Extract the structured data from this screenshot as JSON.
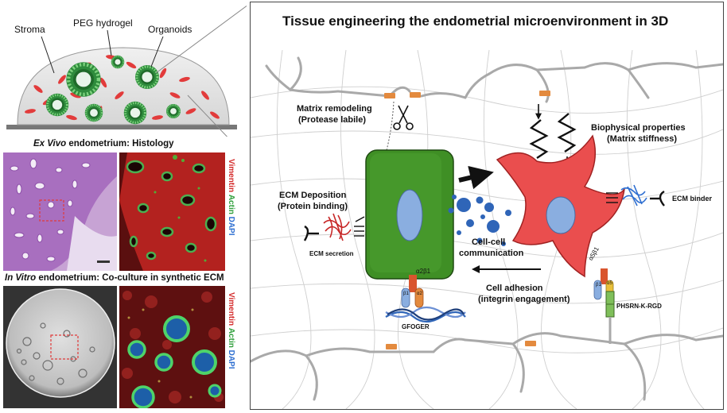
{
  "hydrogel": {
    "stroma_label": "Stroma",
    "peg_label": "PEG hydrogel",
    "organoids_label": "Organoids"
  },
  "ex_vivo": {
    "title_italic": "Ex Vivo",
    "title_rest": " endometrium: Histology",
    "stain_vimentin": "Vimentin",
    "stain_actin": "Actin",
    "stain_dapi": "DAPI"
  },
  "in_vitro": {
    "title_italic": "In Vitro",
    "title_rest": " endometrium: Co-culture in synthetic ECM",
    "stain_vimentin": "Vimentin",
    "stain_actin": "Actin",
    "stain_dapi": "DAPI"
  },
  "main": {
    "title": "Tissue engineering the endometrial microenvironment in 3D",
    "matrix_remodeling": "Matrix remodeling",
    "protease_labile": "(Protease labile)",
    "biophysical": "Biophysical properties",
    "matrix_stiffness": "(Matrix stiffness)",
    "ecm_deposition": "ECM Deposition",
    "protein_binding": "(Protein binding)",
    "ecm_binder": "ECM binder",
    "ecm_secretion": "ECM secretion",
    "cell_cell_1": "Cell-cell",
    "cell_cell_2": "communication",
    "cell_adhesion": "Cell adhesion",
    "integrin": "(integrin engagement)",
    "a2b1": "α2β1",
    "a5b1": "α5β1",
    "beta1": "β1",
    "alpha2": "α2",
    "alpha5": "α5",
    "gfoger": "GFOGER",
    "phsrn": "PHSRN-K-RGD"
  },
  "colors": {
    "stromal_cell": "#ea4e4e",
    "epithelial_cell": "#3f8f25",
    "nucleus": "#8aaee0",
    "vesicle": "#2f65b8"
  }
}
